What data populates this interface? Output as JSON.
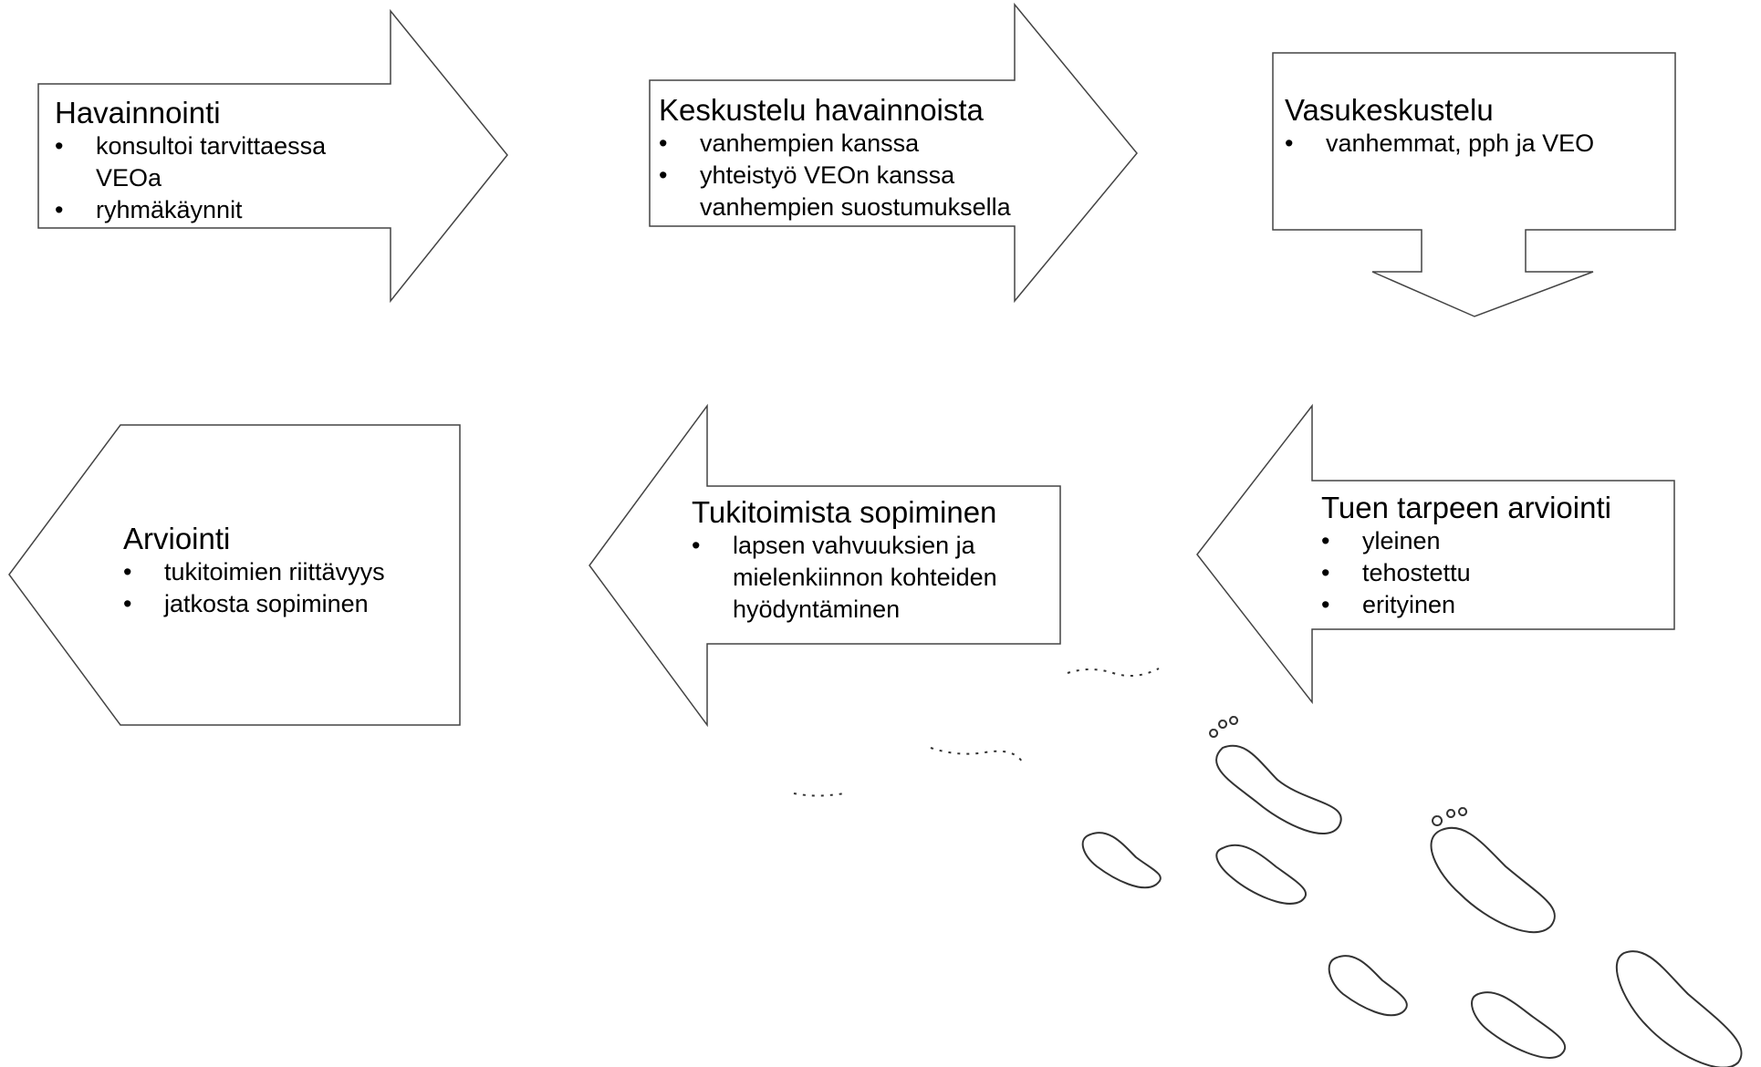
{
  "steps": [
    {
      "title": "Havainnointi",
      "bullets": [
        "konsultoi tarvittaessa VEOa",
        "ryhmäkäynnit"
      ]
    },
    {
      "title": "Keskustelu havainnoista",
      "bullets": [
        "vanhempien kanssa",
        "yhteistyö VEOn kanssa vanhempien suostumuksella"
      ]
    },
    {
      "title": "Vasukeskustelu",
      "bullets": [
        "vanhemmat, pph ja VEO"
      ]
    },
    {
      "title": "Tuen tarpeen arviointi",
      "bullets": [
        "yleinen",
        "tehostettu",
        "erityinen"
      ]
    },
    {
      "title": "Tukitoimista sopiminen",
      "bullets": [
        "lapsen vahvuuksien ja mielenkiinnon kohteiden hyödyntäminen"
      ]
    },
    {
      "title": "Arviointi",
      "bullets": [
        "tukitoimien riittävyys",
        "jatkosta sopiminen"
      ]
    }
  ],
  "decoration": {
    "footprints": "footprints-illustration"
  }
}
